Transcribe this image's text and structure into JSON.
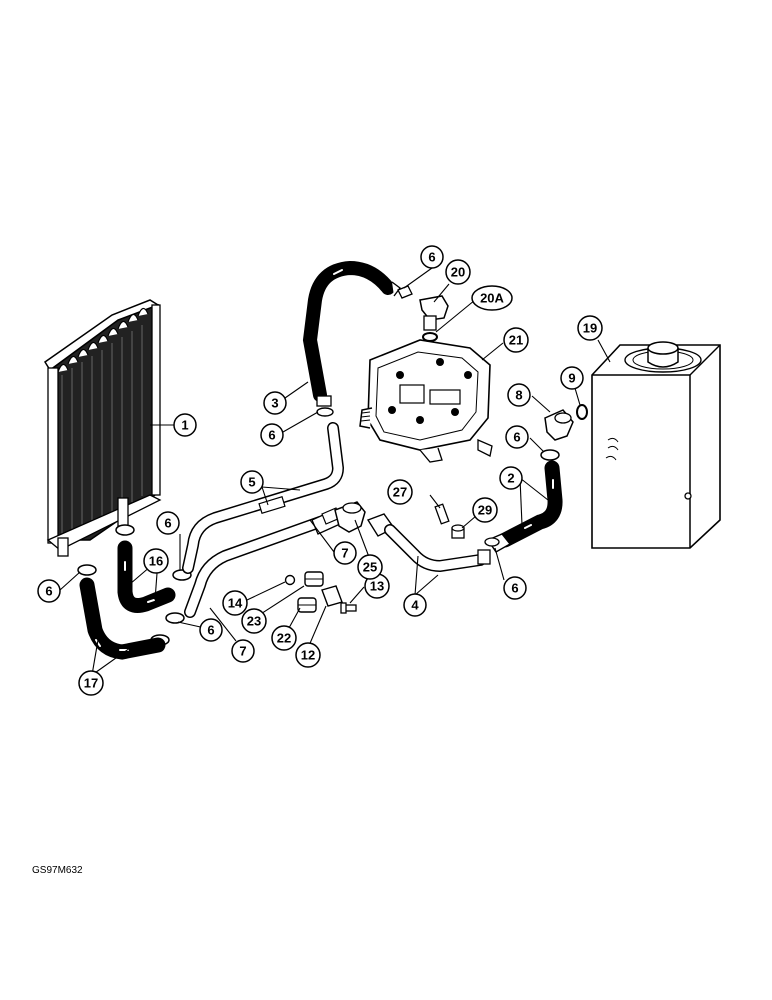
{
  "figure_code": "GS97M632",
  "callouts": {
    "c1": "1",
    "c2": "2",
    "c3": "3",
    "c4": "4",
    "c5": "5",
    "c6a": "6",
    "c6b": "6",
    "c6c": "6",
    "c6d": "6",
    "c6e": "6",
    "c6f": "6",
    "c6g": "6",
    "c7a": "7",
    "c7b": "7",
    "c8": "8",
    "c9": "9",
    "c12": "12",
    "c13": "13",
    "c14": "14",
    "c16": "16",
    "c17": "17",
    "c19": "19",
    "c20": "20",
    "c20a": "20A",
    "c21": "21",
    "c22": "22",
    "c23": "23",
    "c25": "25",
    "c27": "27",
    "c29": "29"
  }
}
